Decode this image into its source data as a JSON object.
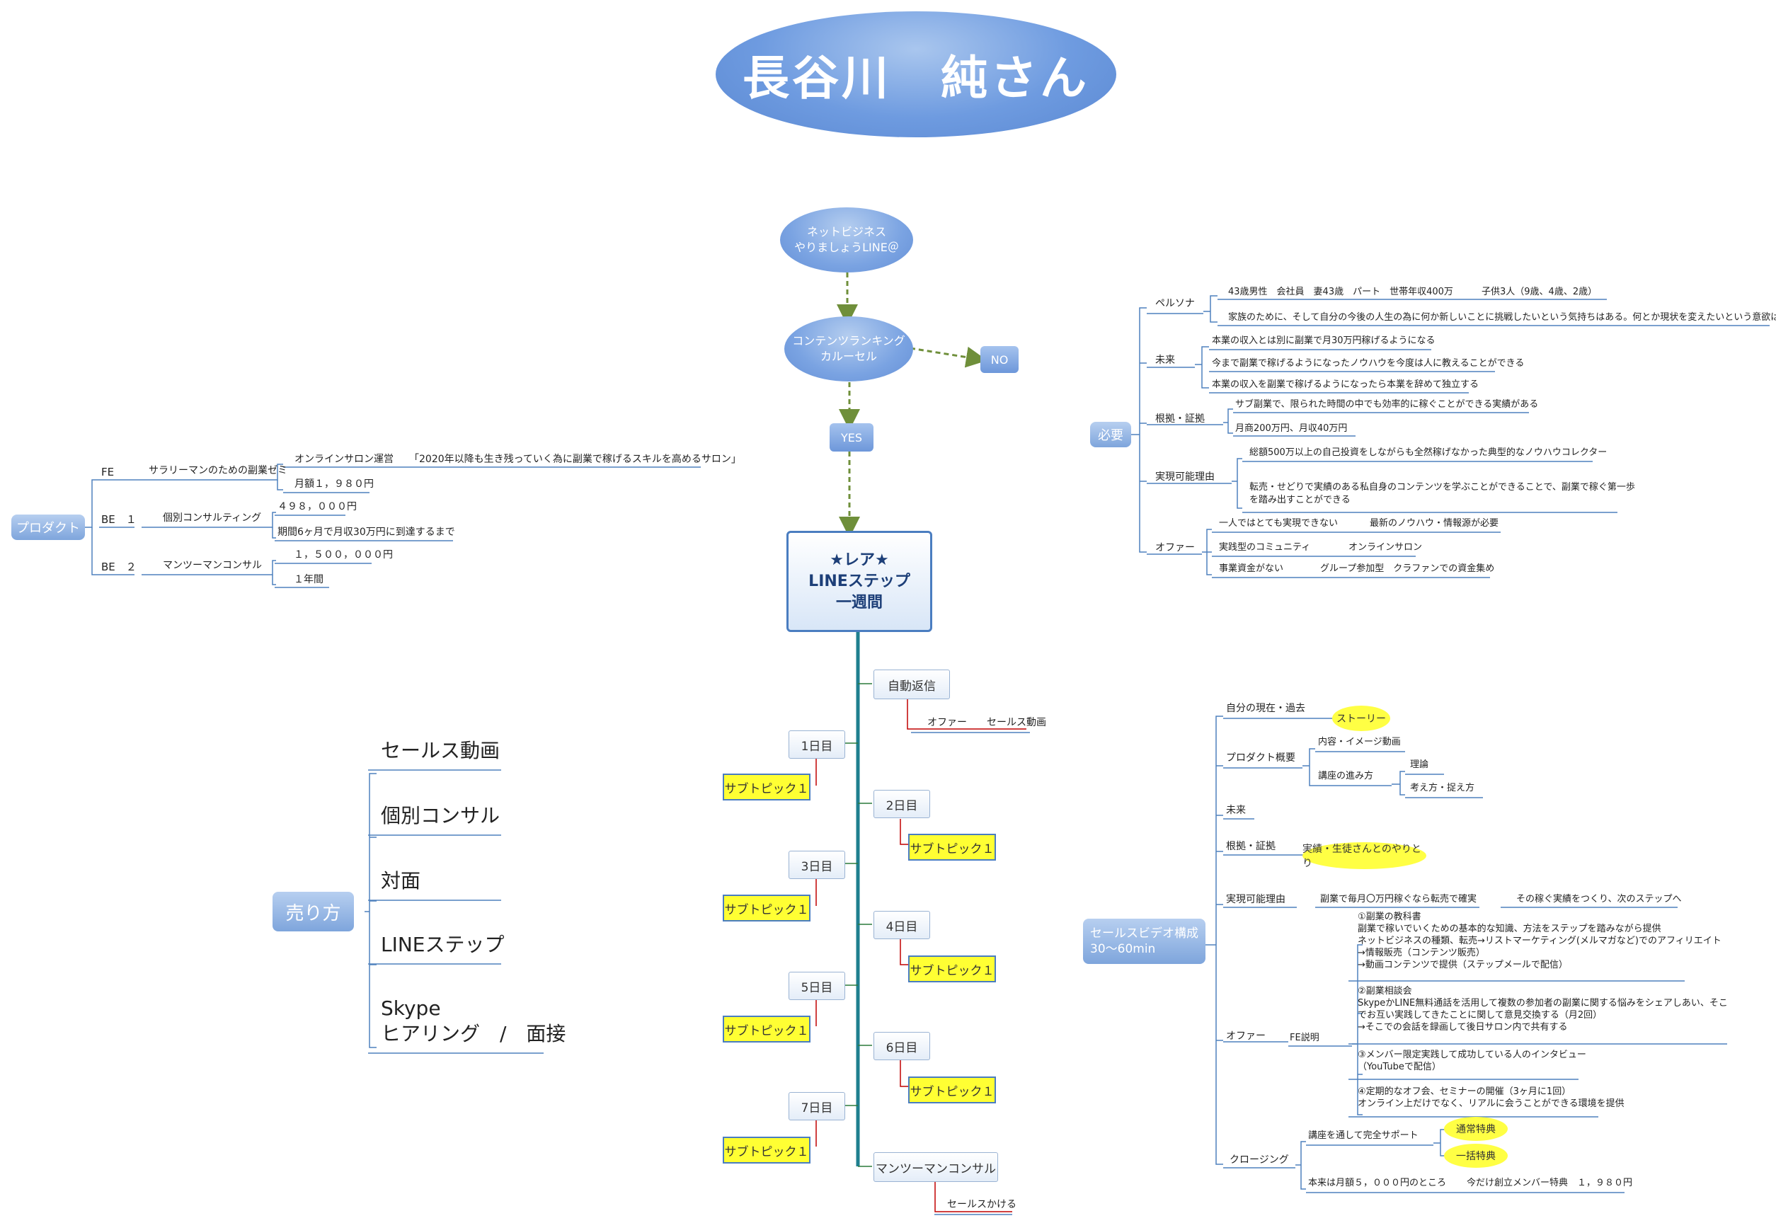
{
  "title": "長谷川　純さん",
  "flow": {
    "start": [
      "ネットビジネス",
      "やりましょうLINE＠"
    ],
    "carousel": [
      "コンテンツランキング",
      "カルーセル"
    ],
    "no": "NO",
    "yes": "YES",
    "main": [
      "★レア★",
      "LINEステップ",
      "一週間"
    ],
    "auto_reply": "自動返信",
    "offer_line": "オファー　　セールス動画",
    "days": [
      "1日目",
      "2日目",
      "3日目",
      "4日目",
      "5日目",
      "6日目",
      "7日目"
    ],
    "subtopic": "サブトピック１",
    "mtm": "マンツーマンコンサル",
    "sales_call": "セールスかける"
  },
  "product": {
    "root": "プロダクト",
    "fe": "FE",
    "fe_item": "サラリーマンのための副業ゼミ",
    "salon": "オンラインサロン運営",
    "salon_desc": "「2020年以降も生き残っていく為に副業で稼げるスキルを高めるサロン」",
    "fe_price": "月額１，９８０円",
    "be1": "BE　１",
    "be1_item": "個別コンサルティング",
    "be1_price": "４９８，０００円",
    "be1_goal": "期間6ヶ月で月収30万円に到達するまで",
    "be2": "BE　２",
    "be2_item": "マンツーマンコンサル",
    "be2_price": "１，５００，０００円",
    "be2_term": "１年間"
  },
  "urikata": {
    "root": "売り方",
    "items": [
      "セールス動画",
      "個別コンサル",
      "対面",
      "LINEステップ",
      "Skype",
      "ヒアリング　/　面接"
    ]
  },
  "hitsuyou": {
    "root": "必要",
    "persona": "ペルソナ",
    "persona_1": "43歳男性　会社員　妻43歳　パート　世帯年収400万",
    "persona_1b": "子供3人（9歳、4歳、2歳）",
    "persona_2": "家族のために、そして自分の今後の人生の為に何か新しいことに挑戦したいという気持ちはある。何とか現状を変えたいという意欲は高い",
    "mirai": "未来",
    "mirai_1": "本業の収入とは別に副業で月30万円稼げるようになる",
    "mirai_2": "今まで副業で稼げるようになったノウハウを今度は人に教えることができる",
    "mirai_3": "本業の収入を副業で稼げるようになったら本業を辞めて独立する",
    "konkyo": "根拠・証拠",
    "konkyo_1": "サブ副業で、限られた時間の中でも効率的に稼ぐことができる実績がある",
    "konkyo_2": "月商200万円、月収40万円",
    "jitsugen": "実現可能理由",
    "jitsugen_1": "総額500万以上の自己投資をしながらも全然稼げなかった典型的なノウハウコレクター",
    "jitsugen_2a": "転売・せどりで実績のある私自身のコンテンツを学ぶことができることで、副業で稼ぐ第一歩",
    "jitsugen_2b": "を踏み出すことができる",
    "offer": "オファー",
    "offer_1": "一人ではとても実現できない",
    "offer_1b": "最新のノウハウ・情報源が必要",
    "offer_2": "実践型のコミュニティ",
    "offer_2b": "オンラインサロン",
    "offer_3": "事業資金がない",
    "offer_3b": "グループ参加型　クラファンでの資金集め"
  },
  "sales_video": {
    "root": [
      "セールスビデオ構成",
      "30〜60min"
    ],
    "self": "自分の現在・過去",
    "story": "ストーリー",
    "overview": "プロダクト概要",
    "content_img": "内容・イメージ動画",
    "progress": "講座の進み方",
    "theory": "理論",
    "thinking": "考え方・捉え方",
    "future": "未来",
    "evidence": "根拠・証拠",
    "evidence_pill": "実績・生徒さんとのやりとり",
    "feasible": "実現可能理由",
    "feasible_1": "副業で毎月〇万円稼ぐなら転売で確実",
    "feasible_2": "その稼ぐ実績をつくり、次のステップへ",
    "offer": "オファー",
    "fe_desc": "FE説明",
    "fe_block1": [
      "①副業の教科書",
      "副業で稼いでいくための基本的な知識、方法をステップを踏みながら提供",
      "ネットビジネスの種類、転売→リストマーケティング(メルマガなど)でのアフィリエイト",
      "→情報販売（コンテンツ販売）",
      "→動画コンテンツで提供（ステップメールで配信）"
    ],
    "fe_block2": [
      "②副業相談会",
      "SkypeかLINE無料通話を活用して複数の参加者の副業に関する悩みをシェアしあい、そこ",
      "でお互い実践してきたことに関して意見交換する（月2回）",
      "→そこでの会話を録画して後日サロン内で共有する"
    ],
    "fe_block3": [
      "③メンバー限定実践して成功している人のインタビュー",
      "（YouTubeで配信）"
    ],
    "fe_block4": [
      "④定期的なオフ会、セミナーの開催（3ヶ月に1回）",
      "オンライン上だけでなく、リアルに会うことができる環境を提供"
    ],
    "closing": "クロージング",
    "support": "講座を通して完全サポート",
    "bonus1": "通常特典",
    "bonus2": "一括特典",
    "price_orig": "本来は月額５，０００円のところ",
    "price_now": "今だけ創立メンバー特典　１，９８０円"
  }
}
